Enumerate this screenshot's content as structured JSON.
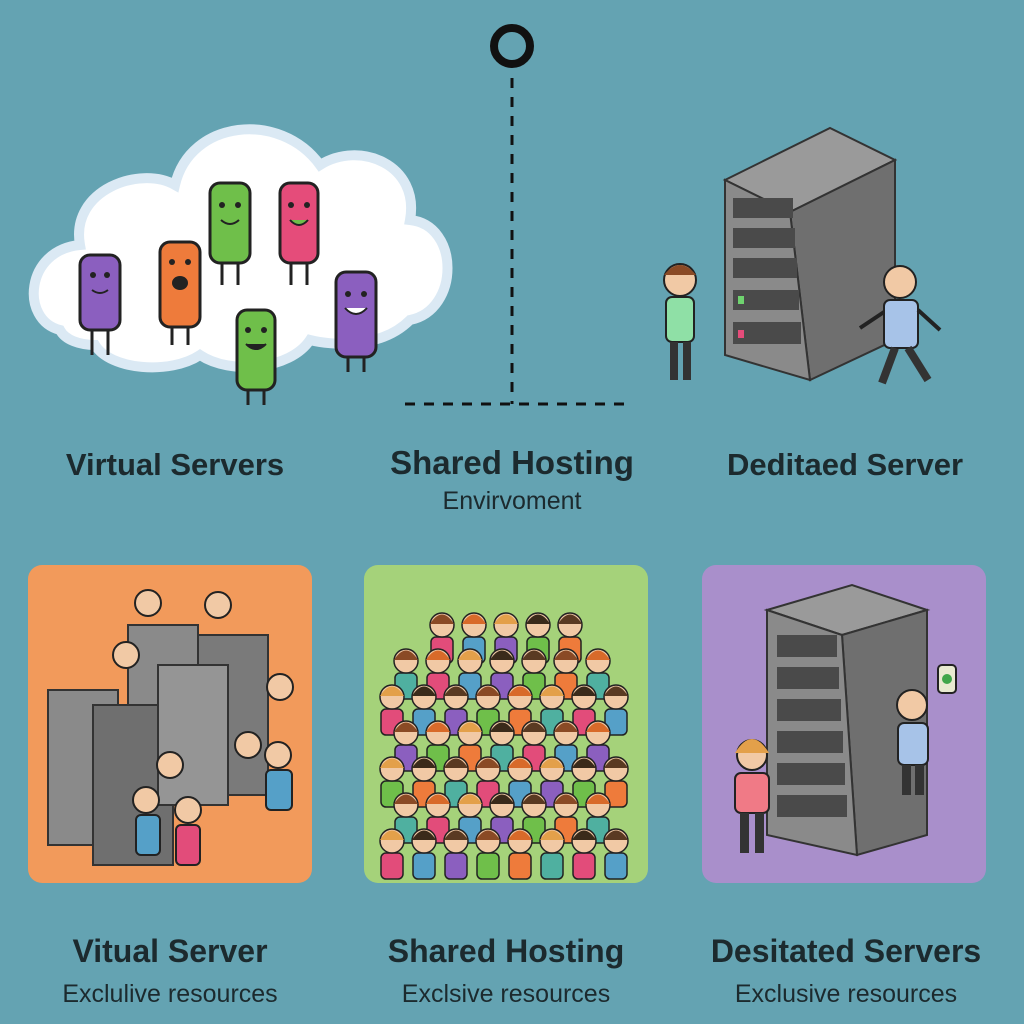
{
  "top": {
    "virtual": {
      "title": "Virtual Servers"
    },
    "shared": {
      "title": "Shared Hosting",
      "subtitle": "Envirvoment"
    },
    "dedicated": {
      "title": "Deditaed Server"
    }
  },
  "bottom": {
    "virtual": {
      "title": "Vitual Server",
      "subtitle": "Exclulive resources",
      "color": "#f29a5b"
    },
    "shared": {
      "title": "Shared Hosting",
      "subtitle": "Exclsive resources",
      "color": "#a5d27a"
    },
    "dedicated": {
      "title": "Desitated Servers",
      "subtitle": "Exclusive resources",
      "color": "#a98fcb"
    }
  },
  "colors": {
    "background": "#64a3b2",
    "server": "#8a8a8a",
    "cloud": "#ffffff",
    "text": "#1c2a2e"
  },
  "icons": [
    "cloud-icon",
    "server-rack-icon",
    "person-icon",
    "connector-node-icon"
  ]
}
